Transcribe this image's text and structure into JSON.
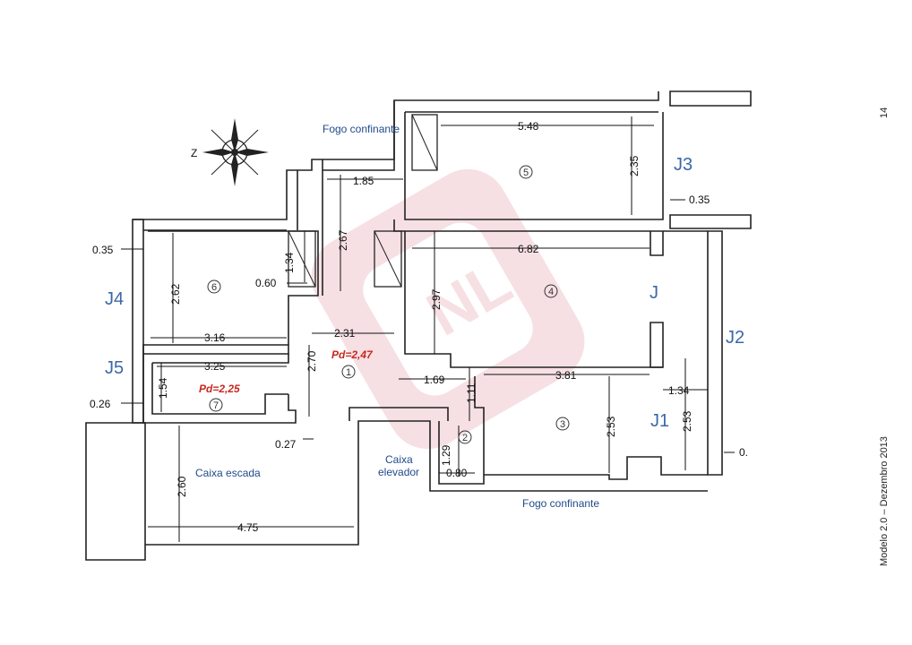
{
  "page_number": "14",
  "footer": "Modelo 2.0 – Dezembro 2013",
  "compass_letter": "Z",
  "labels": {
    "fogo_top": "Fogo confinante",
    "fogo_bottom": "Fogo confinante",
    "caixa_escada": "Caixa escada",
    "caixa_elevador_1": "Caixa",
    "caixa_elevador_2": "elevador"
  },
  "windows": {
    "j": "J",
    "j1": "J1",
    "j2": "J2",
    "j3": "J3",
    "j4": "J4",
    "j5": "J5"
  },
  "rooms": {
    "r1": "1",
    "r2": "2",
    "r3": "3",
    "r4": "4",
    "r5": "5",
    "r6": "6",
    "r7": "7"
  },
  "pd": {
    "p1": "Pd=2,47",
    "p7": "Pd=2,25"
  },
  "dims": {
    "d548": "5.48",
    "d235": "2.35",
    "d035a": "0.35",
    "d185": "1.85",
    "d267": "2.67",
    "d682": "6.82",
    "d297": "2.97",
    "d035b": "0.35",
    "d262": "2.62",
    "d134a": "1.34",
    "d060": "0.60",
    "d316": "3.16",
    "d231": "2.31",
    "d270": "2.70",
    "d325": "3.25",
    "d154": "1.54",
    "d026": "0.26",
    "d027": "0.27",
    "d169": "1.69",
    "d111": "1.11",
    "d381": "3.81",
    "d134b": "1.34",
    "d253a": "2.53",
    "d253b": "2.53",
    "d0": "0.",
    "d129": "1.29",
    "d080": "0.80",
    "d260": "2.60",
    "d475": "4.75"
  },
  "colors": {
    "watermark": "#e8a9b4",
    "pd_red": "#c8281e",
    "label_blue": "#1f4a8a"
  }
}
